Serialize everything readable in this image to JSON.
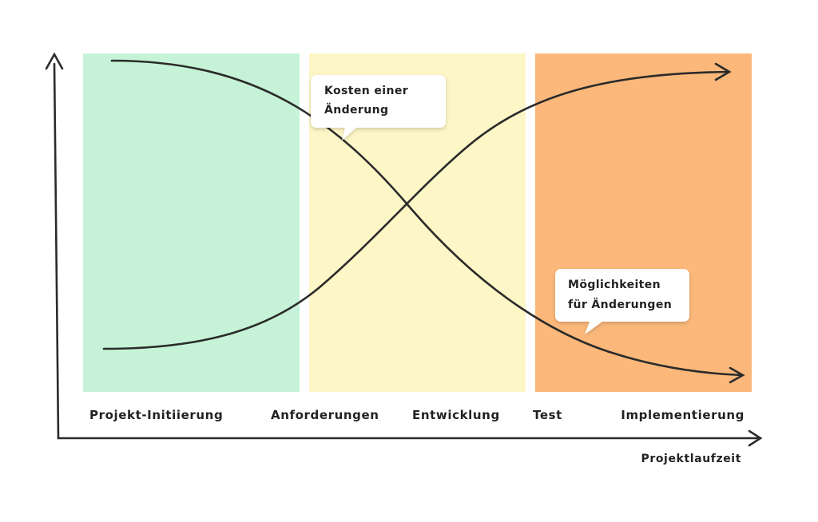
{
  "phases": [
    {
      "label": "Projekt-Initiierung",
      "color": "#c6f3d7"
    },
    {
      "label": "Anforderungen",
      "color": "#fdf6c6"
    },
    {
      "label": "Entwicklung",
      "color": "#fdf6c6"
    },
    {
      "label": "Test",
      "color": "#fbb87a"
    },
    {
      "label": "Implementierung",
      "color": "#fbb87a"
    }
  ],
  "x_axis": {
    "label": "Projektlaufzeit"
  },
  "callouts": {
    "cost": {
      "line1": "Kosten einer",
      "line2": "Änderung"
    },
    "possibilities": {
      "line1": "Möglichkeiten",
      "line2": "für Änderungen"
    }
  },
  "colors": {
    "green_zone": "#c6f3d7",
    "yellow_zone": "#fdf6c6",
    "orange_zone": "#fbb87a",
    "ink": "#2b2b2b"
  }
}
